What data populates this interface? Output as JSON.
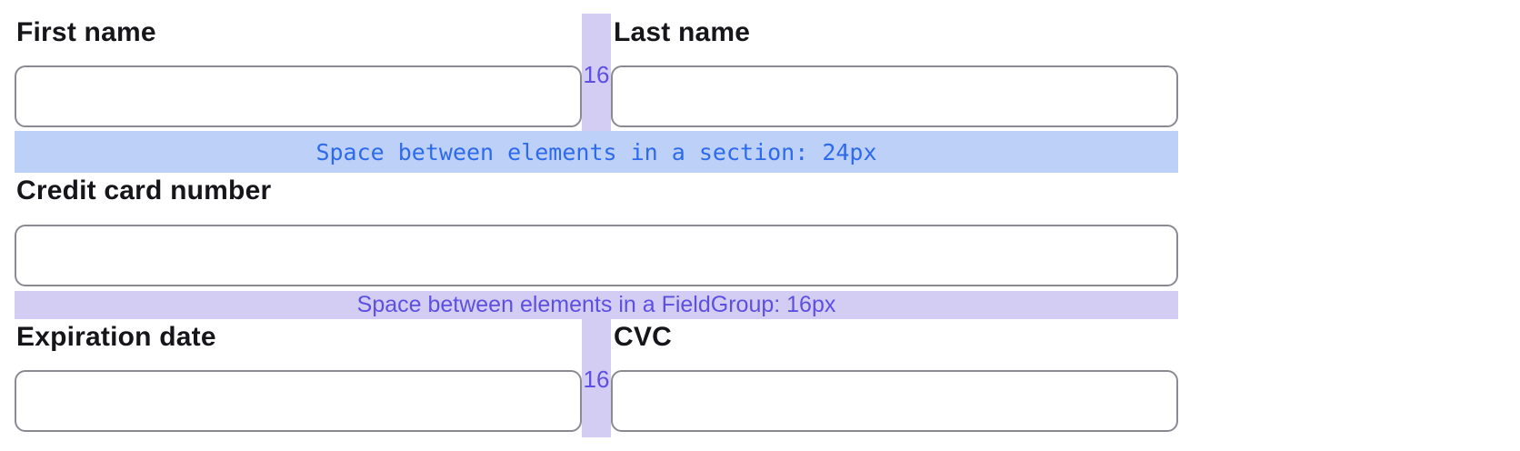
{
  "form": {
    "fields": [
      {
        "label": "First name",
        "value": ""
      },
      {
        "label": "Last name",
        "value": ""
      },
      {
        "label": "Credit card number",
        "value": ""
      },
      {
        "label": "Expiration date",
        "value": ""
      },
      {
        "label": "CVC",
        "value": ""
      }
    ]
  },
  "annotations": {
    "section_spacing": {
      "text": "Space between elements in a section: 24px",
      "background": "#bdd0f8",
      "color": "#2d6aec"
    },
    "fieldgroup_spacing": {
      "text": "Space between elements in a FieldGroup: 16px",
      "background": "#d3cdf4",
      "color": "#5d50e0"
    },
    "gutter_row1": {
      "text": "16",
      "background": "#d3cdf4",
      "color": "#5d50e0"
    },
    "gutter_row3": {
      "text": "16",
      "background": "#d3cdf4",
      "color": "#5d50e0"
    }
  },
  "colors": {
    "field_border": "#8a8a93",
    "label_text": "#16161a",
    "page_background": "#ffffff"
  }
}
